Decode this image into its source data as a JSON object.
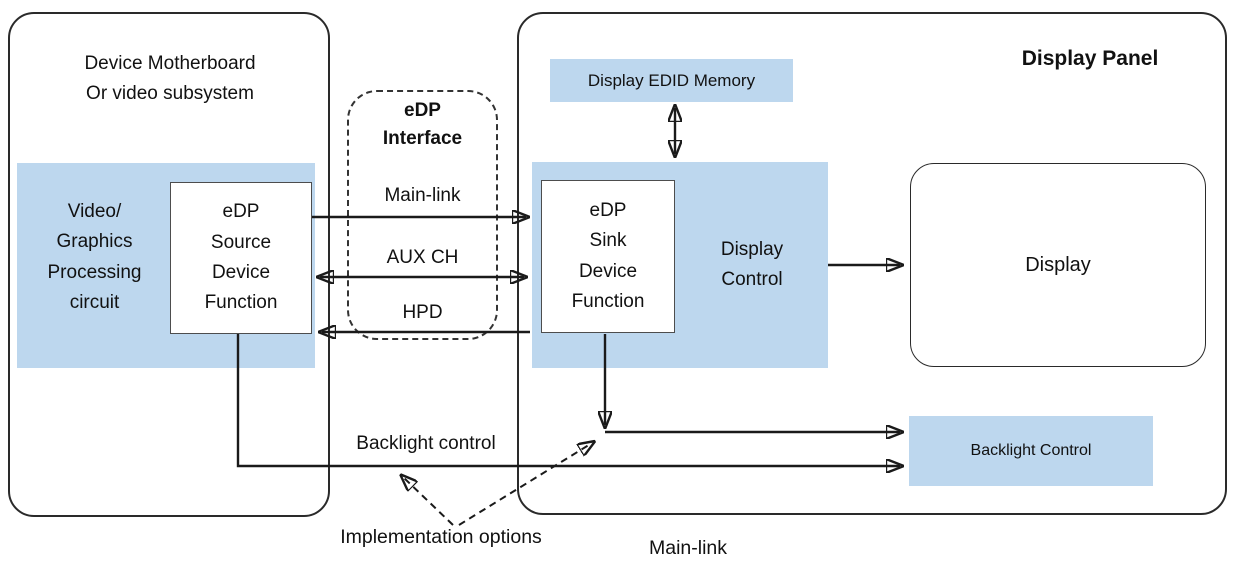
{
  "motherboard": {
    "title": "Device Motherboard\nOr video subsystem",
    "video_circuit": "Video/\nGraphics\nProcessing\ncircuit",
    "source_function": "eDP\nSource\nDevice\nFunction"
  },
  "edp_interface": {
    "title": "eDP\nInterface",
    "channels": {
      "main_link": "Main-link",
      "aux_ch": "AUX CH",
      "hpd": "HPD"
    }
  },
  "display_panel": {
    "title": "Display Panel",
    "edid_memory": "Display EDID Memory",
    "sink_function": "eDP\nSink\nDevice\nFunction",
    "display_control": "Display\nControl",
    "display": "Display",
    "backlight_control": "Backlight Control"
  },
  "annotations": {
    "backlight_control": "Backlight control",
    "implementation_options": "Implementation options",
    "main_link": "Main-link"
  },
  "colors": {
    "box_fill": "#bdd7ee",
    "line": "#1a1a1a"
  }
}
